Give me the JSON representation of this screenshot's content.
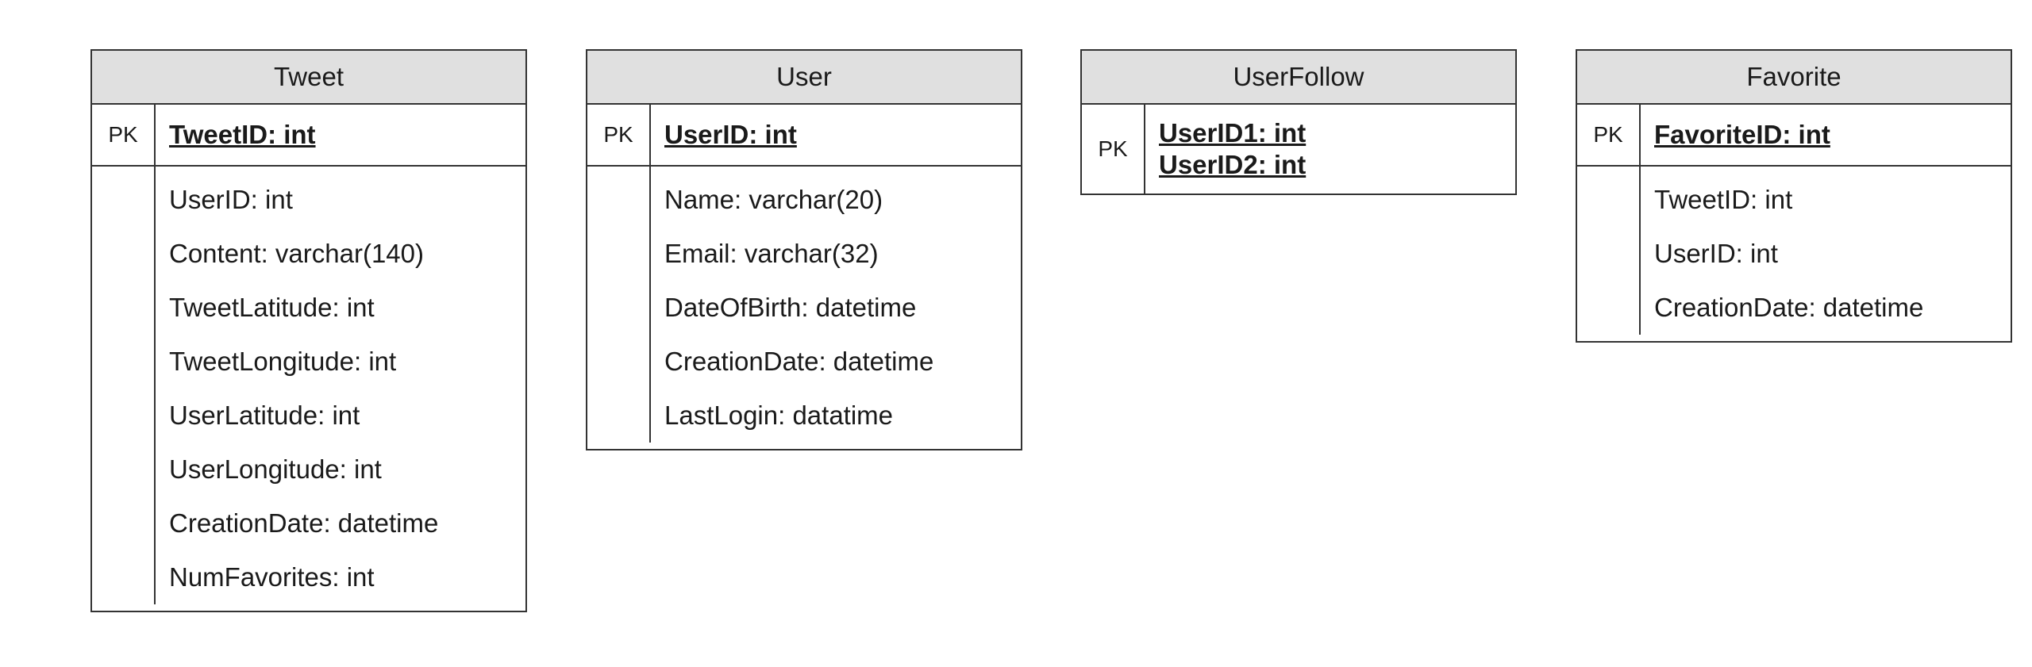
{
  "entities": [
    {
      "name": "Tweet",
      "pk_label": "PK",
      "primary_keys": [
        "TweetID: int"
      ],
      "attributes": [
        "UserID: int",
        "Content: varchar(140)",
        "TweetLatitude: int",
        "TweetLongitude: int",
        "UserLatitude: int",
        "UserLongitude: int",
        "CreationDate: datetime",
        "NumFavorites: int"
      ]
    },
    {
      "name": "User",
      "pk_label": "PK",
      "primary_keys": [
        "UserID: int"
      ],
      "attributes": [
        "Name: varchar(20)",
        "Email: varchar(32)",
        "DateOfBirth: datetime",
        "CreationDate: datetime",
        "LastLogin: datatime"
      ]
    },
    {
      "name": "UserFollow",
      "pk_label": "PK",
      "primary_keys": [
        "UserID1: int",
        "UserID2: int"
      ],
      "attributes": []
    },
    {
      "name": "Favorite",
      "pk_label": "PK",
      "primary_keys": [
        "FavoriteID: int"
      ],
      "attributes": [
        "TweetID: int",
        "UserID: int",
        "CreationDate: datetime"
      ]
    }
  ]
}
